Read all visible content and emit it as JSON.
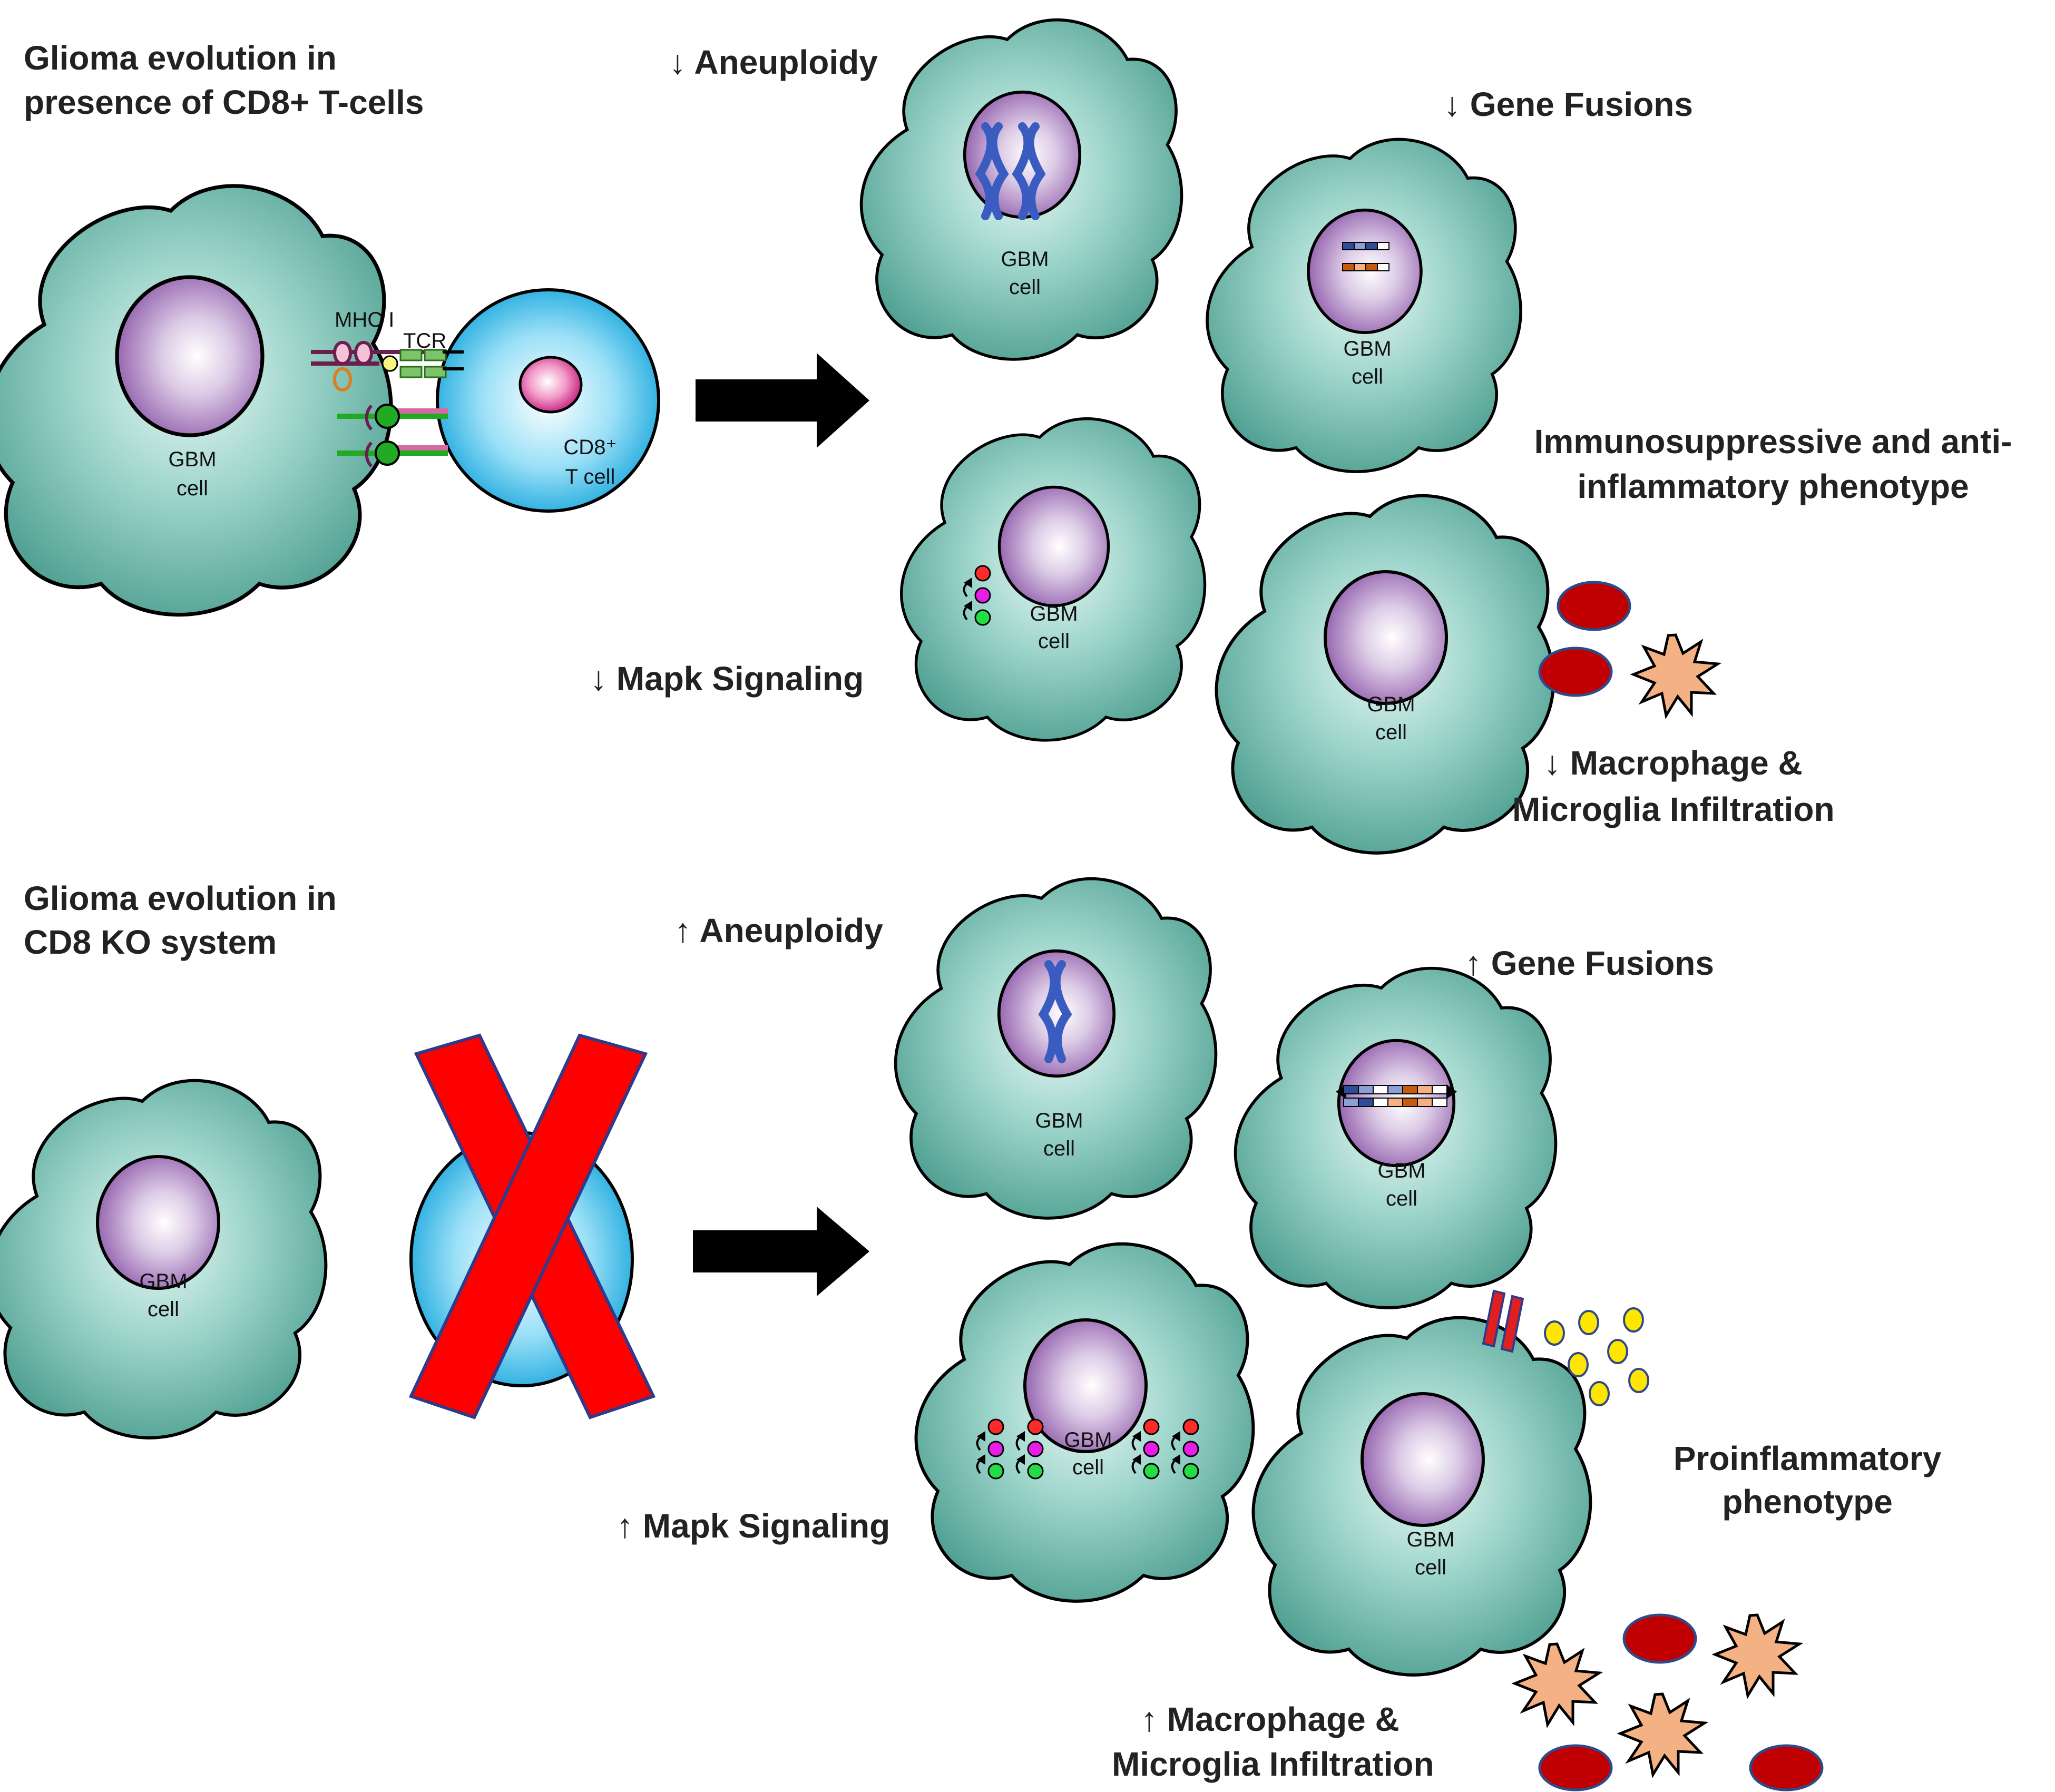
{
  "top_section": {
    "title_line1": "Glioma evolution in",
    "title_line2": "presence of CD8+ T-cells",
    "mhc_label": "MHC I",
    "tcr_label": "TCR",
    "tcell_label_line1": "CD8⁺",
    "tcell_label_line2": "T cell",
    "aneuploidy": "↓ Aneuploidy",
    "gene_fusions": "↓ Gene Fusions",
    "mapk": "↓ Mapk Signaling",
    "phenotype_line1": "Immunosuppressive and anti-",
    "phenotype_line2": "inflammatory  phenotype",
    "infiltration_line1": "↓ Macrophage &",
    "infiltration_line2": "Microglia Infiltration"
  },
  "bottom_section": {
    "title_line1": "Glioma evolution in",
    "title_line2": "CD8 KO system",
    "aneuploidy": "↑ Aneuploidy",
    "gene_fusions": "↑ Gene Fusions",
    "mapk": "↑ Mapk Signaling",
    "phenotype_line1": "Proinflammatory",
    "phenotype_line2": "phenotype",
    "infiltration_line1": "↑ Macrophage &",
    "infiltration_line2": "Microglia Infiltration"
  },
  "cell_label": {
    "line1": "GBM",
    "line2": "cell"
  },
  "colors": {
    "cell_fill": "#5fb3a6",
    "nucleus_fill": "#9b6bb5",
    "tcell_fill": "#29aee0",
    "arrow": "#000000",
    "cross": "#ff0000",
    "rbc": "#c00000",
    "macrophage": "#f4b183",
    "cytokine": "#ffe600"
  }
}
